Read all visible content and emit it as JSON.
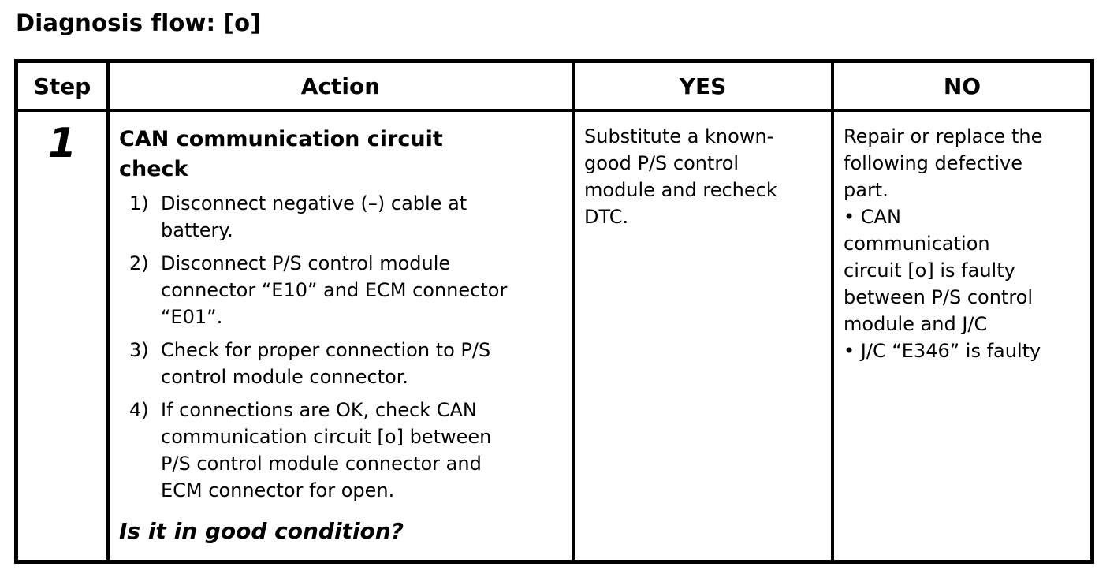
{
  "page": {
    "title": "Diagnosis flow: [o]"
  },
  "table": {
    "headers": {
      "step": "Step",
      "action": "Action",
      "yes": "YES",
      "no": "NO"
    },
    "rows": [
      {
        "step": "1",
        "action": {
          "heading": "CAN communication circuit\ncheck",
          "items": [
            {
              "num": "1)",
              "text": "Disconnect negative (–) cable at\nbattery."
            },
            {
              "num": "2)",
              "text": "Disconnect P/S control module\nconnector “E10” and ECM connector\n“E01”."
            },
            {
              "num": "3)",
              "text": "Check for proper connection to P/S\ncontrol module connector."
            },
            {
              "num": "4)",
              "text": "If connections are OK, check CAN\ncommunication circuit [o] between\nP/S control module connector and\nECM connector for open."
            }
          ],
          "question": "Is it in good condition?"
        },
        "yes": "Substitute a known-\ngood P/S control\nmodule and recheck\nDTC.",
        "no": "Repair or replace the\nfollowing defective\npart.\n• CAN\ncommunication\ncircuit [o] is faulty\nbetween P/S control\nmodule and J/C\n• J/C “E346” is faulty"
      }
    ]
  }
}
